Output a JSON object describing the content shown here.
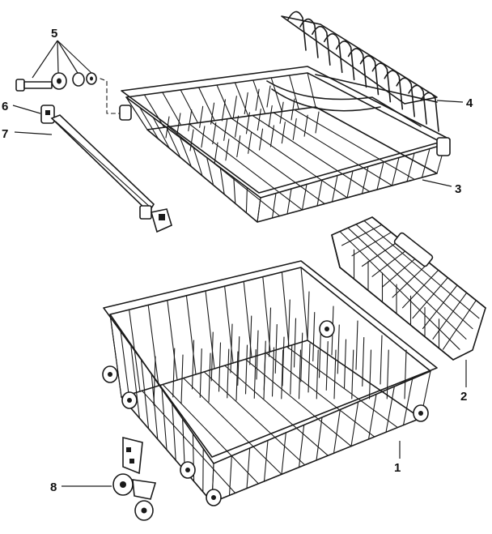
{
  "diagram": {
    "labels": {
      "p1": "1",
      "p2": "2",
      "p3": "3",
      "p4": "4",
      "p5": "5",
      "p6": "6",
      "p7": "7",
      "p8": "8"
    }
  }
}
